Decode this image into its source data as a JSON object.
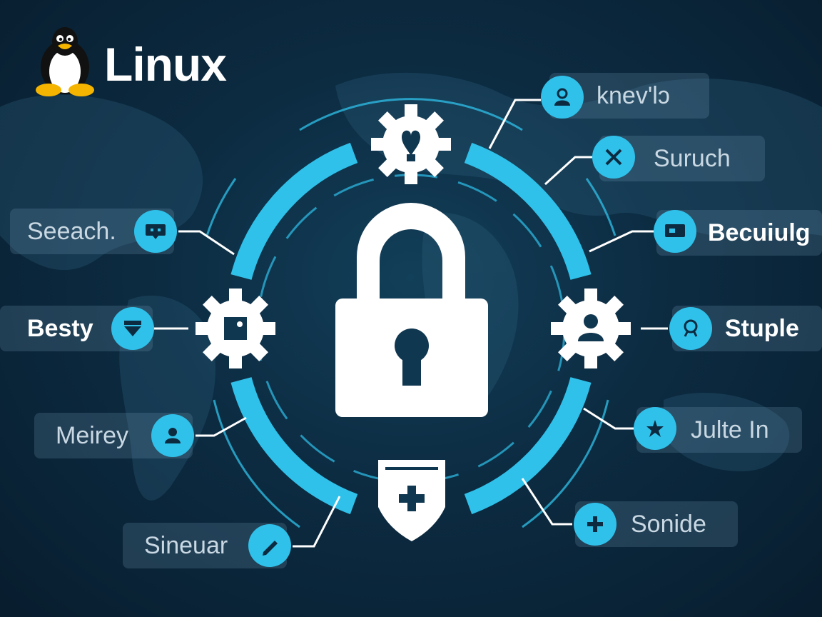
{
  "brand": {
    "name": "Linux",
    "logo_icon": "tux-penguin-icon"
  },
  "colors": {
    "accent": "#2fc1ea",
    "background": "#0c2b41",
    "white": "#ffffff"
  },
  "center": {
    "icon": "padlock-icon"
  },
  "satellites": {
    "top": "gear-heart-icon",
    "left": "gear-square-icon",
    "right": "gear-user-icon",
    "bottom": "shield-plus-icon"
  },
  "labels": {
    "knev": {
      "text": "knev'lɔ",
      "icon": "user-icon"
    },
    "suruch": {
      "text": "Suruch",
      "icon": "tools-icon"
    },
    "becuiulg": {
      "text": "Becuiulg",
      "icon": "chat-icon"
    },
    "stuple": {
      "text": "Stuple",
      "icon": "person-outline-icon"
    },
    "julte": {
      "text": "Julte In",
      "icon": "star-icon"
    },
    "sonide": {
      "text": "Sonide",
      "icon": "plus-icon"
    },
    "seeach": {
      "text": "Seeach.",
      "icon": "message-icon"
    },
    "besty": {
      "text": "Besty",
      "icon": "shield-down-icon"
    },
    "meirey": {
      "text": "Meirey",
      "icon": "person-icon"
    },
    "sineuar": {
      "text": "Sineuar",
      "icon": "pen-icon"
    }
  }
}
